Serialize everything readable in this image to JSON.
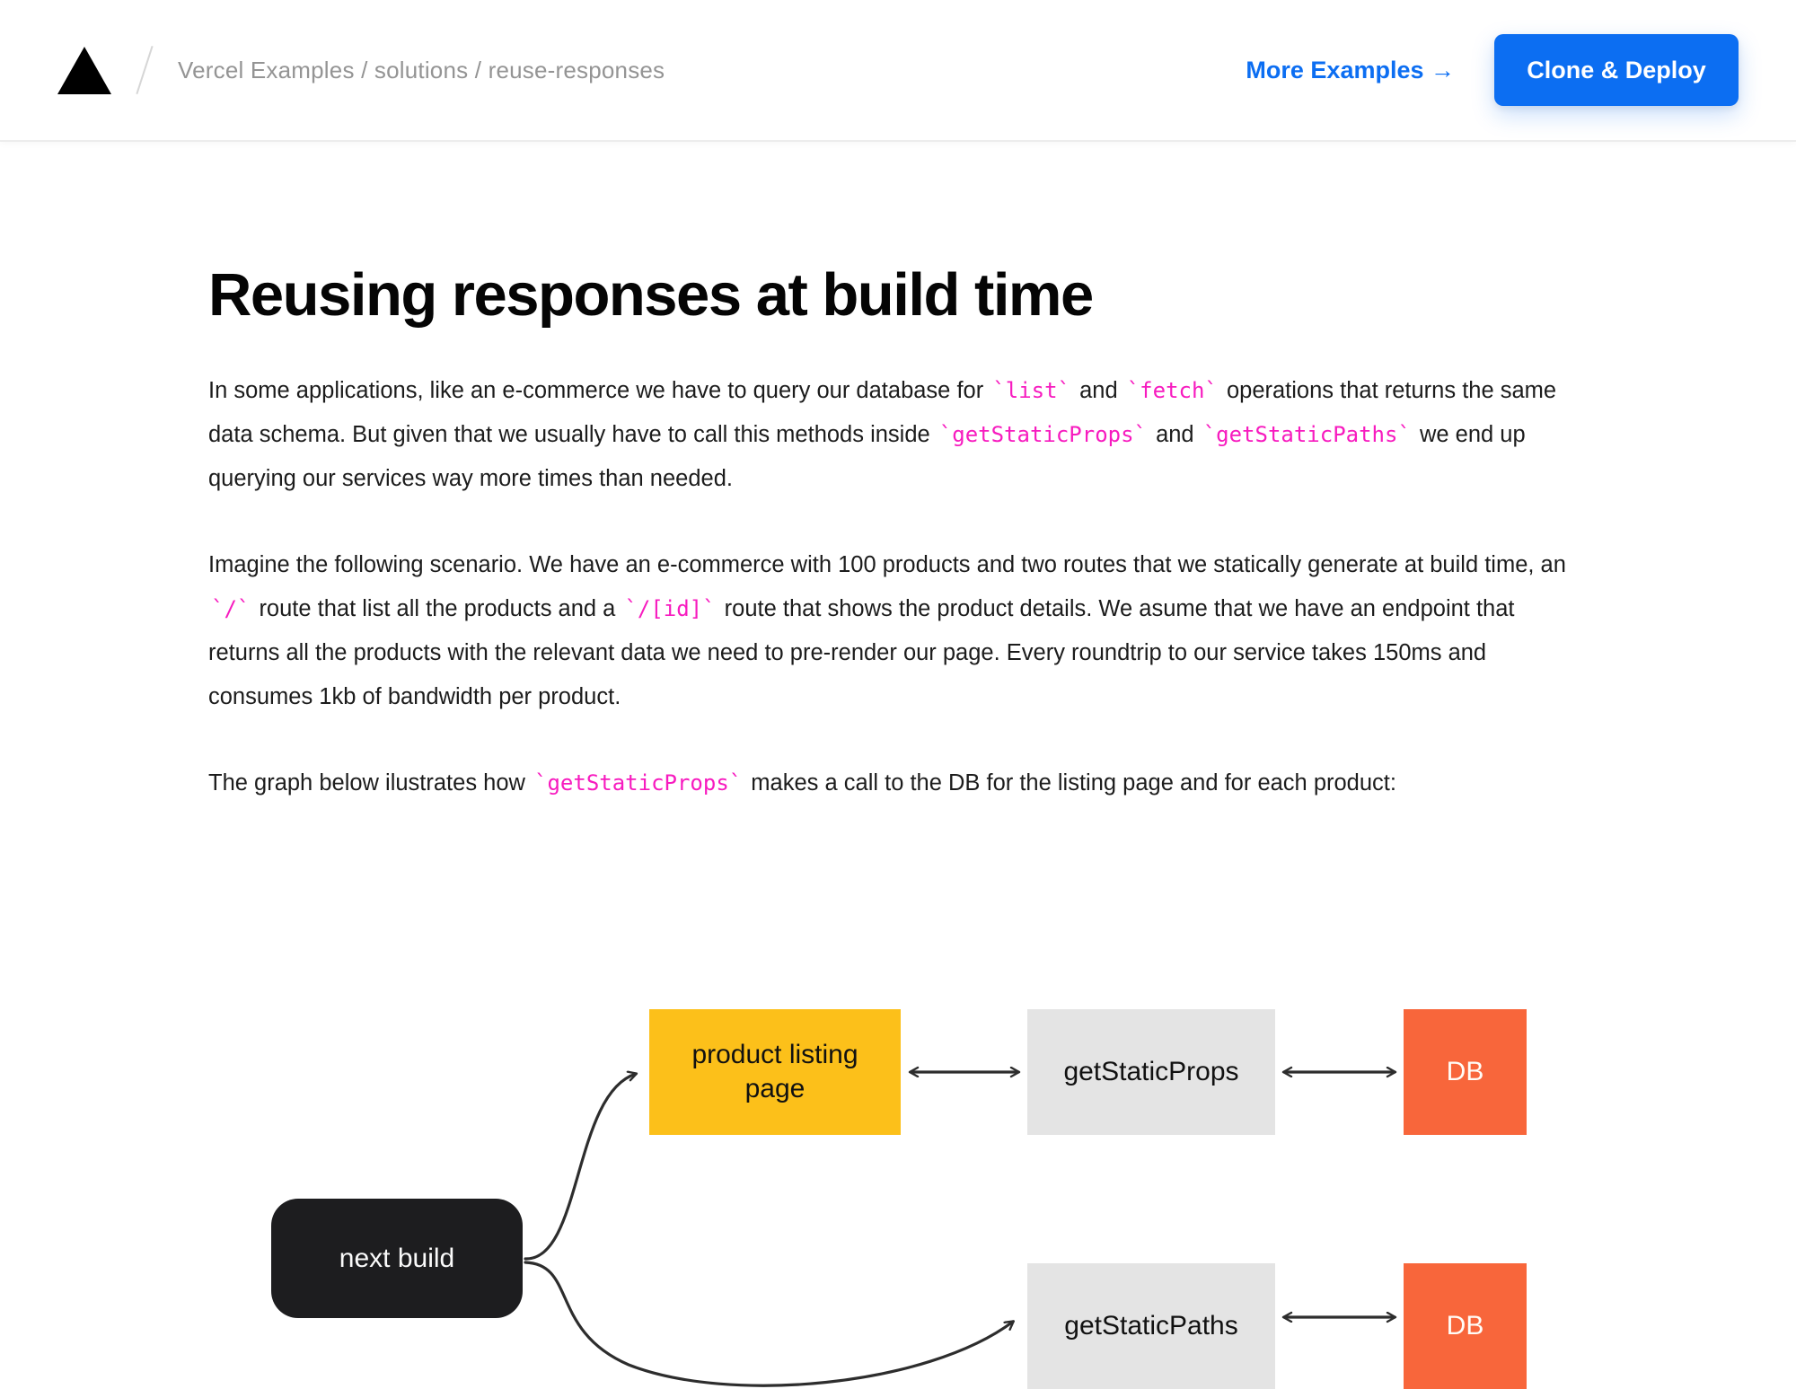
{
  "header": {
    "logo": "vercel-triangle-logo",
    "breadcrumb": "Vercel Examples / solutions / reuse-responses",
    "more_examples_label": "More Examples →",
    "clone_deploy_label": "Clone & Deploy"
  },
  "article": {
    "title": "Reusing responses at build time",
    "paragraphs": [
      {
        "segments": [
          {
            "t": "In some applications, like an e-commerce we have to query our database for "
          },
          {
            "c": "`list`"
          },
          {
            "t": " and "
          },
          {
            "c": "`fetch`"
          },
          {
            "t": " operations that returns the same data schema. But given that we usually have to call this methods inside "
          },
          {
            "c": "`getStaticProps`"
          },
          {
            "t": " and "
          },
          {
            "c": "`getStaticPaths`"
          },
          {
            "t": " we end up querying our services way more times than needed."
          }
        ]
      },
      {
        "segments": [
          {
            "t": "Imagine the following scenario. We have an e-commerce with 100 products and two routes that we statically generate at build time, an "
          },
          {
            "c": "`/`"
          },
          {
            "t": " route that list all the products and a "
          },
          {
            "c": "`/[id]`"
          },
          {
            "t": " route that shows the product details. We asume that we have an endpoint that returns all the products with the relevant data we need to pre-render our page. Every roundtrip to our service takes 150ms and consumes 1kb of bandwidth per product."
          }
        ]
      },
      {
        "segments": [
          {
            "t": "The graph below ilustrates how "
          },
          {
            "c": "`getStaticProps`"
          },
          {
            "t": " makes a call to the DB for the listing page and for each product:"
          }
        ]
      }
    ]
  },
  "diagram": {
    "nodes": [
      {
        "id": "next-build",
        "label": "next build"
      },
      {
        "id": "product-listing-page",
        "label": "product listing page"
      },
      {
        "id": "get-static-props",
        "label": "getStaticProps"
      },
      {
        "id": "db-top",
        "label": "DB"
      },
      {
        "id": "get-static-paths",
        "label": "getStaticPaths"
      },
      {
        "id": "db-bottom",
        "label": "DB"
      }
    ]
  },
  "colors": {
    "accent_blue": "#0c6ef2",
    "code_pink": "#f71bbf",
    "node_yellow": "#fcc01a",
    "node_gray": "#e4e4e4",
    "node_orange": "#f8663b",
    "node_black": "#1d1d1f"
  }
}
